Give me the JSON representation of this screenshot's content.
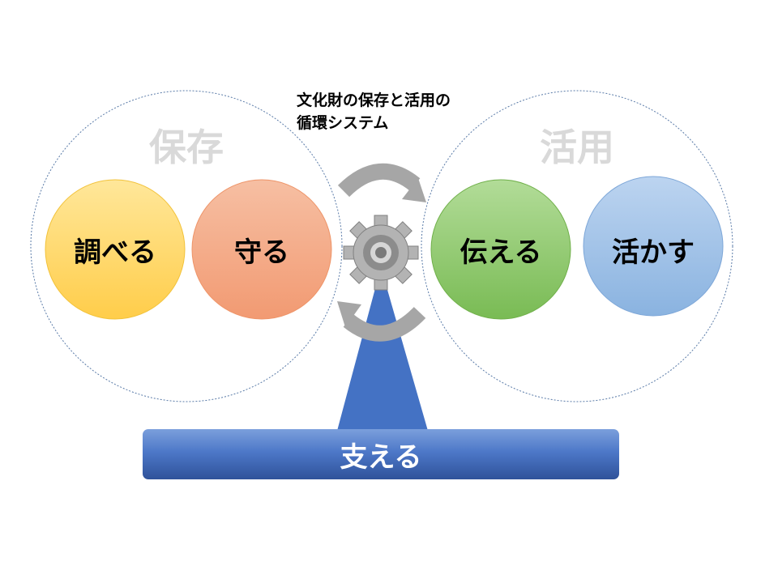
{
  "title_lines": [
    "文化財の保存と活用の",
    "循環システム"
  ],
  "groups": {
    "preservation": "保存",
    "utilization": "活用"
  },
  "nodes": {
    "investigate": "調べる",
    "protect": "守る",
    "convey": "伝える",
    "utilize": "活かす"
  },
  "base": "支える",
  "colors": {
    "investigate": "#ffd35c",
    "protect": "#f4a580",
    "convey": "#8fc86b",
    "utilize": "#9ec1e6",
    "base": "#3f6bbf",
    "gear": "#b3b3b3",
    "arrow": "#9e9e9e",
    "group_label": "#d9d9d9"
  },
  "icons": [
    "gear-icon",
    "cycle-arrow-top-icon",
    "cycle-arrow-bottom-icon"
  ]
}
